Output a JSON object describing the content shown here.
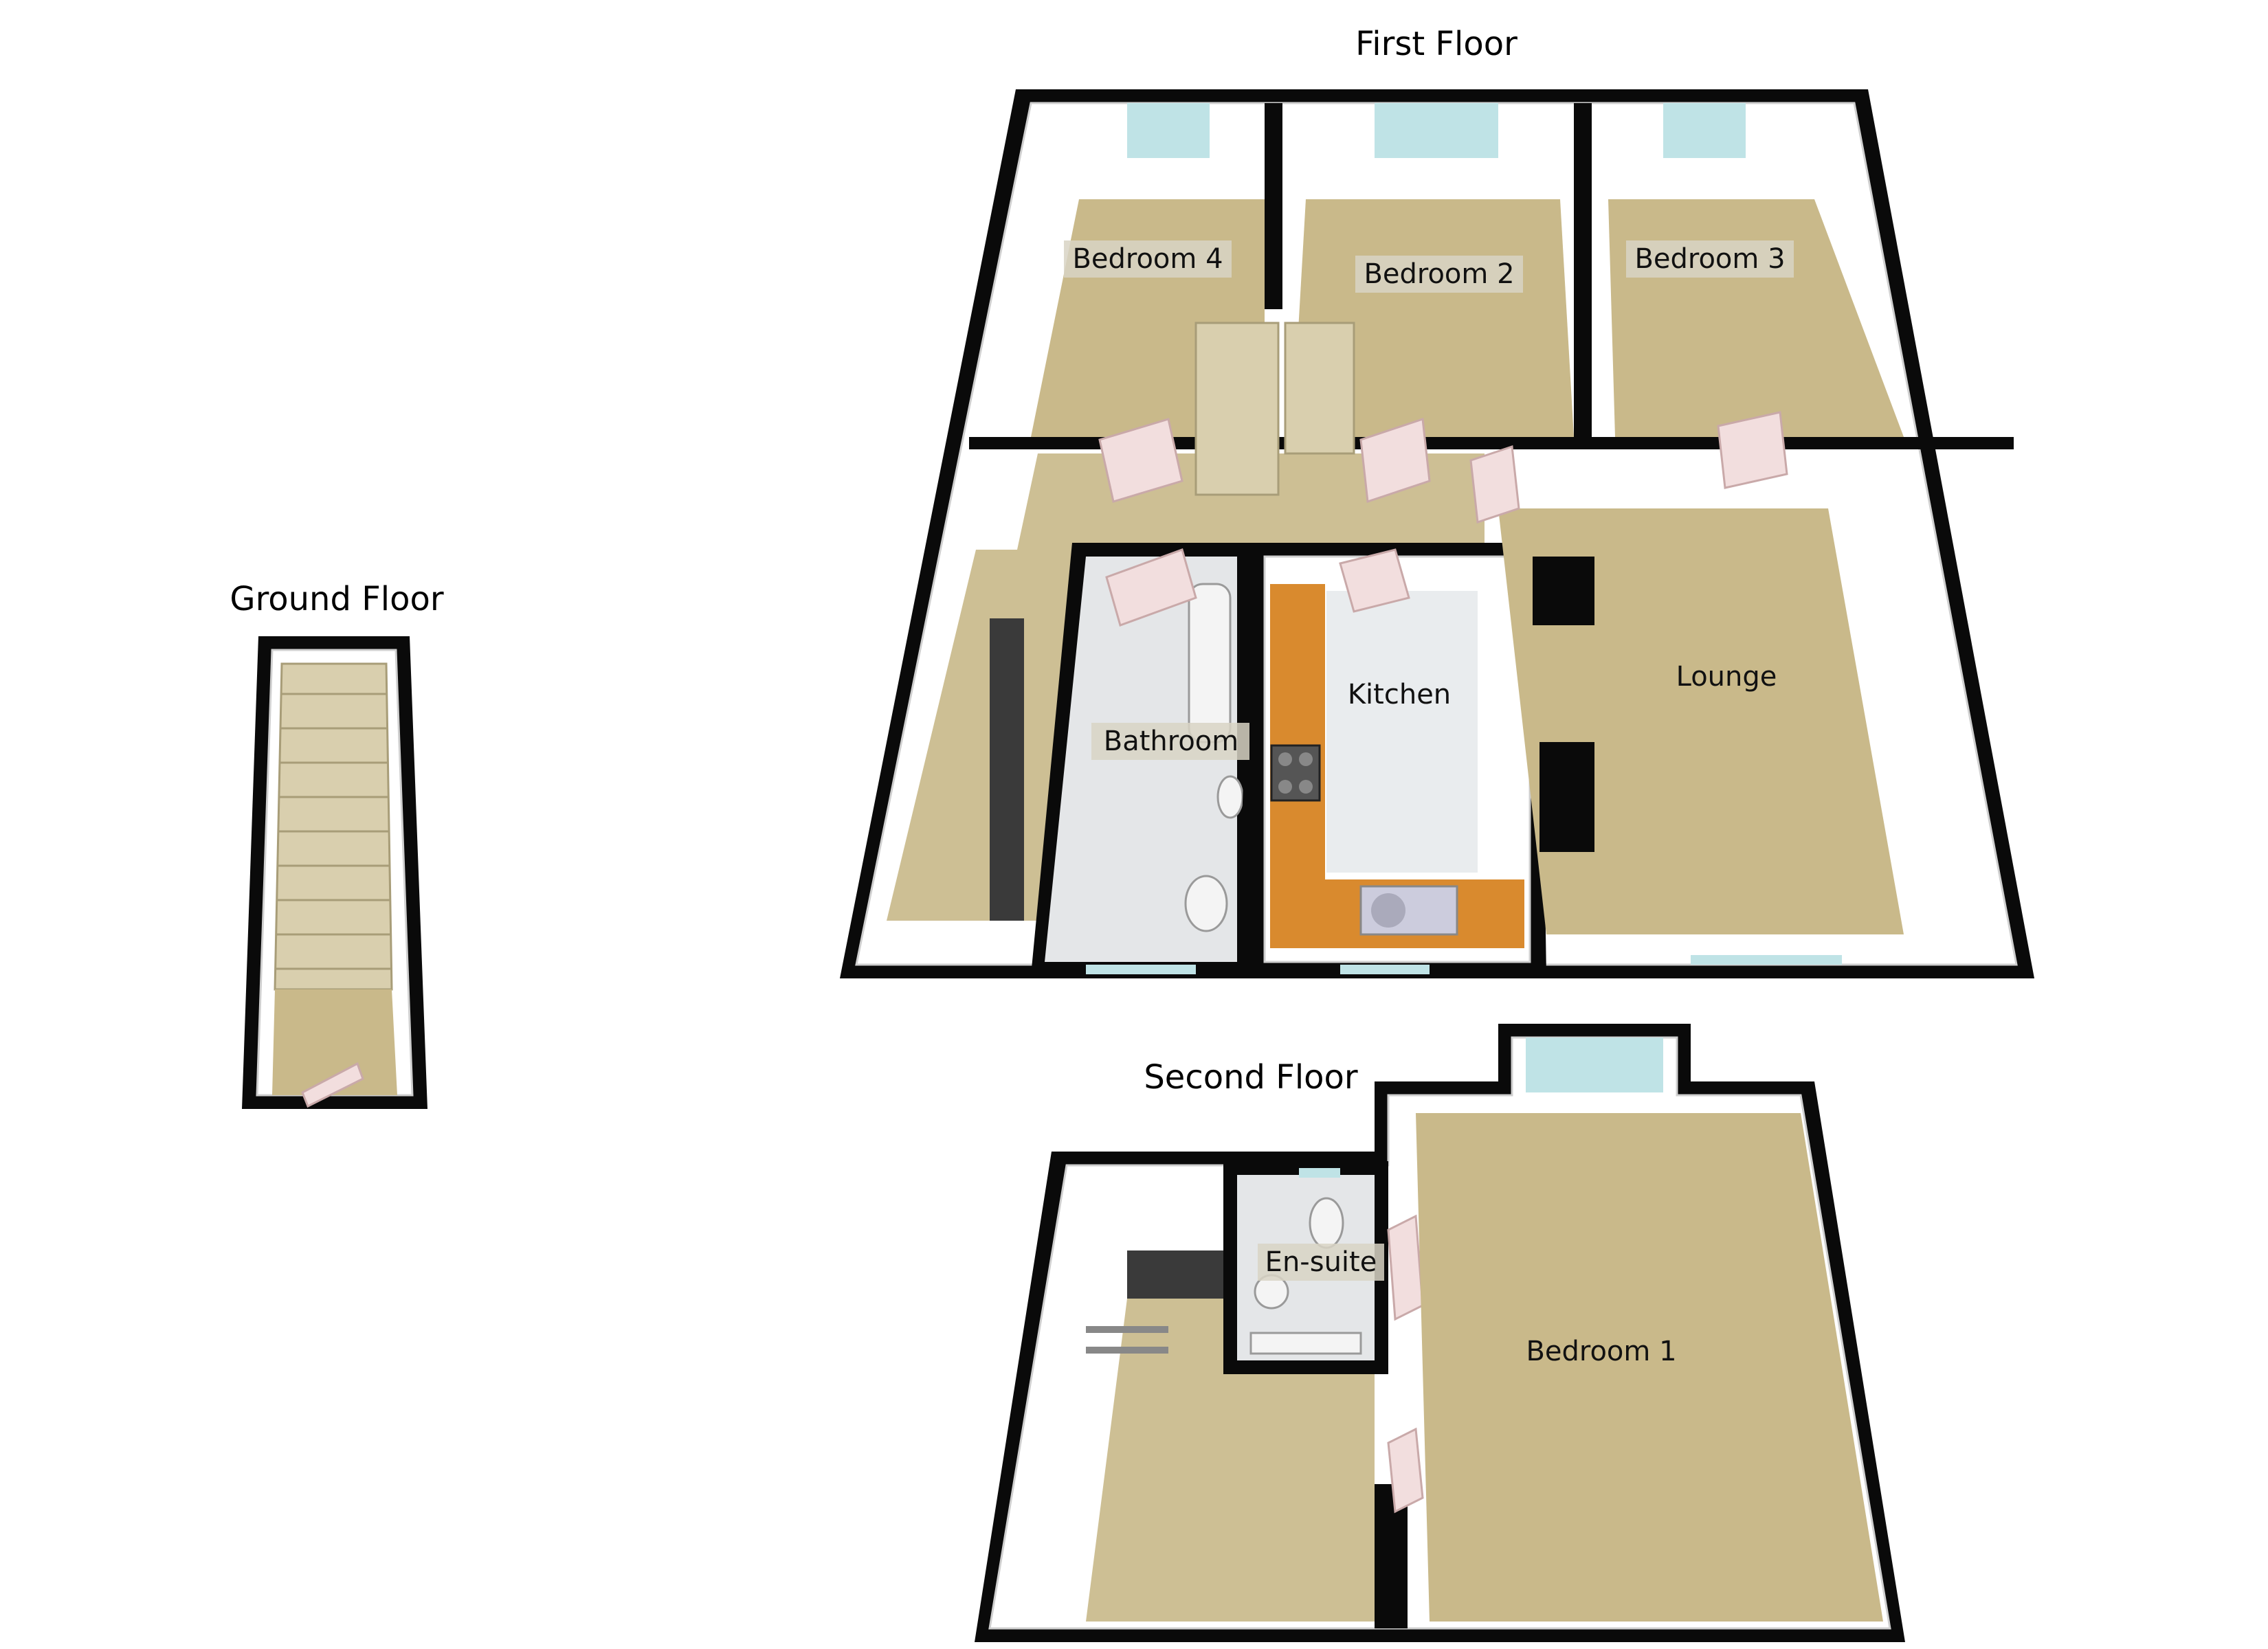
{
  "floors": {
    "ground": {
      "title": "Ground Floor"
    },
    "first": {
      "title": "First Floor"
    },
    "second": {
      "title": "Second Floor"
    }
  },
  "rooms": {
    "bedroom4": "Bedroom 4",
    "bedroom2": "Bedroom 2",
    "bedroom3": "Bedroom 3",
    "kitchen": "Kitchen",
    "lounge": "Lounge",
    "bathroom": "Bathroom",
    "ensuite": "En-suite",
    "bedroom1": "Bedroom 1"
  },
  "colors": {
    "wall": "#0a0a0a",
    "carpet": "#c9b98a",
    "kitchen_counter": "#d98a2e",
    "tile": "#e4e6e8",
    "window": "#bfe3e6"
  }
}
